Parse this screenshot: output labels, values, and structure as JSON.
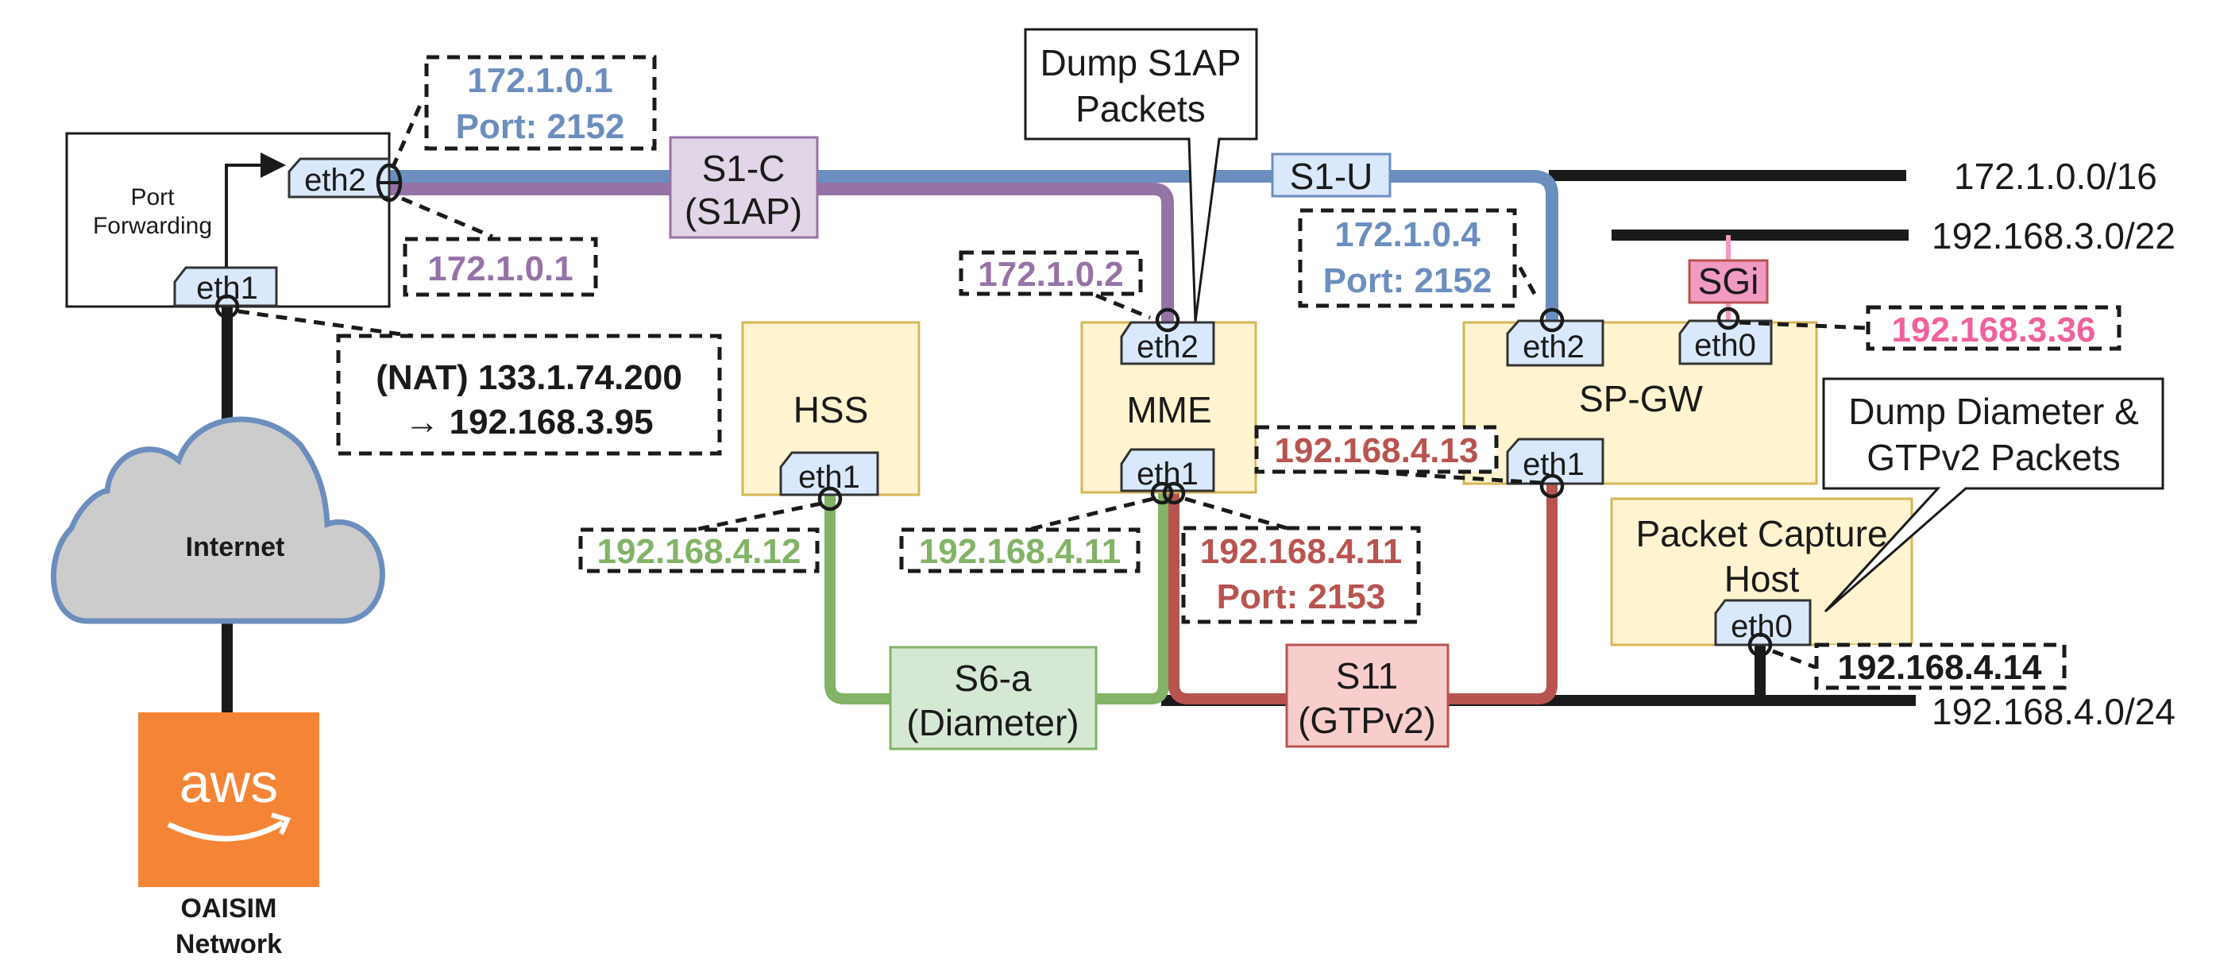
{
  "colors": {
    "s1u_blue": "#6c8ebf",
    "s1c_purple": "#9673a6",
    "s6a_green": "#82b366",
    "s11_red": "#b85450",
    "sgi_pink": "#f19ac2",
    "sgi_text_pink": "#f0609e",
    "node_fill": "#fff4cf",
    "tag_fill": "#dae8fc",
    "aws_orange": "#f58536",
    "cloud_fill": "#cccccc"
  },
  "port_forwarding": {
    "label_line1": "Port",
    "label_line2": "Forwarding",
    "eth2": "eth2",
    "eth1": "eth1"
  },
  "internet": {
    "label": "Internet"
  },
  "aws": {
    "logo_text": "aws",
    "caption_line1": "OAISIM",
    "caption_line2": "Network"
  },
  "nat": {
    "line1": "(NAT) 133.1.74.200",
    "line2": "→ 192.168.3.95"
  },
  "interfaces": {
    "s1c": {
      "line1": "S1-C",
      "line2": "(S1AP)"
    },
    "s1u": {
      "line1": "S1-U"
    },
    "s6a": {
      "line1": "S6-a",
      "line2": "(Diameter)"
    },
    "s11": {
      "line1": "S11",
      "line2": "(GTPv2)"
    },
    "sgi": {
      "line1": "SGi"
    }
  },
  "nodes": {
    "hss": {
      "label": "HSS",
      "eth1": "eth1"
    },
    "mme": {
      "label": "MME",
      "eth1": "eth1",
      "eth2": "eth2"
    },
    "spgw": {
      "label": "SP-GW",
      "eth0": "eth0",
      "eth1": "eth1",
      "eth2": "eth2"
    },
    "capture": {
      "label_line1": "Packet Capture",
      "label_line2": "Host",
      "eth0": "eth0"
    }
  },
  "addresses": {
    "pf_eth2_s1u_ip": "172.1.0.1",
    "pf_eth2_s1u_port": "Port: 2152",
    "pf_eth2_s1c_ip": "172.1.0.1",
    "mme_eth2_ip": "172.1.0.2",
    "spgw_eth2_ip": "172.1.0.4",
    "spgw_eth2_port": "Port: 2152",
    "spgw_eth0_ip": "192.168.3.36",
    "spgw_eth1_ip": "192.168.4.13",
    "hss_eth1_ip": "192.168.4.12",
    "mme_eth1_s6a_ip": "192.168.4.11",
    "mme_eth1_s11_ip": "192.168.4.11",
    "mme_eth1_s11_port": "Port: 2153",
    "capture_eth0_ip": "192.168.4.14"
  },
  "networks": {
    "net1": "172.1.0.0/16",
    "net2": "192.168.3.0/22",
    "net3": "192.168.4.0/24"
  },
  "callouts": {
    "dump_s1ap_line1": "Dump S1AP",
    "dump_s1ap_line2": "Packets",
    "dump_diam_line1": "Dump Diameter &",
    "dump_diam_line2": "GTPv2 Packets"
  }
}
